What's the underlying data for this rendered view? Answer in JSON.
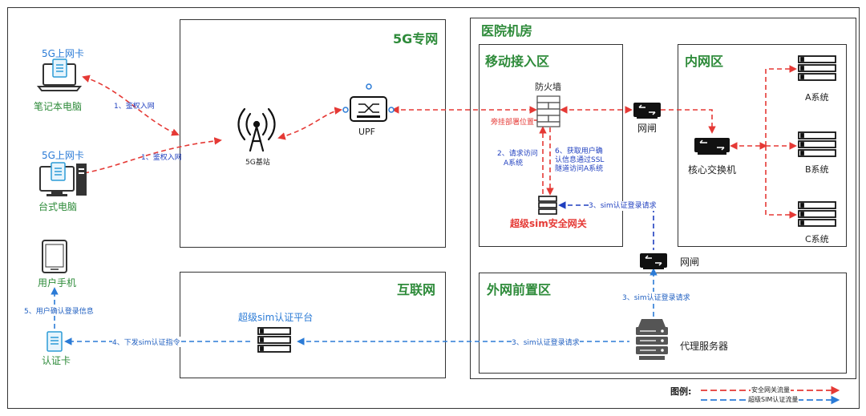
{
  "zones": {
    "private_5g": "5G专网",
    "internet": "互联网",
    "hospital": "医院机房",
    "mobile_access": "移动接入区",
    "intranet": "内网区",
    "dmz": "外网前置区"
  },
  "devices": {
    "laptop_card": "5G上网卡",
    "laptop": "笔记本电脑",
    "desktop_card": "5G上网卡",
    "desktop": "台式电脑",
    "phone": "用户手机",
    "auth_card": "认证卡",
    "base_station": "5G基站",
    "upf": "UPF",
    "firewall": "防火墙",
    "bypass": "旁挂部署位置",
    "security_gateway": "超级sim安全网关",
    "gatekeeper_top": "网闸",
    "gatekeeper_mid": "网闸",
    "core_switch": "核心交换机",
    "system_a": "A系统",
    "system_b": "B系统",
    "system_c": "C系统",
    "platform": "超级sim认证平台",
    "proxy": "代理服务器"
  },
  "annotations": {
    "auth_laptop": "1、鉴权入网",
    "auth_desktop": "1、鉴权入网",
    "req_access_l1": "2、请求访问",
    "req_access_l2": "A系统",
    "get_info_l1": "6、获取用户确",
    "get_info_l2": "认信息通过SSL",
    "get_info_l3": "隧道访问A系统",
    "sim_login_gw": "3、sim认证登录请求",
    "sim_login_dmz": "3、sim认证登录请求",
    "sim_login_proxy": "3、sim认证登录请求",
    "issue_cmd": "4、下发sim认证指令",
    "user_confirm": "5、用户确认登录信息"
  },
  "legend": {
    "title": "图例:",
    "red": "安全网关流量",
    "blue": "超级SIM认证流量"
  },
  "colors": {
    "security_gateway_flow": "#e53935",
    "super_sim_flow": "#2b7bd6",
    "zone_title": "#2e8b3a"
  }
}
